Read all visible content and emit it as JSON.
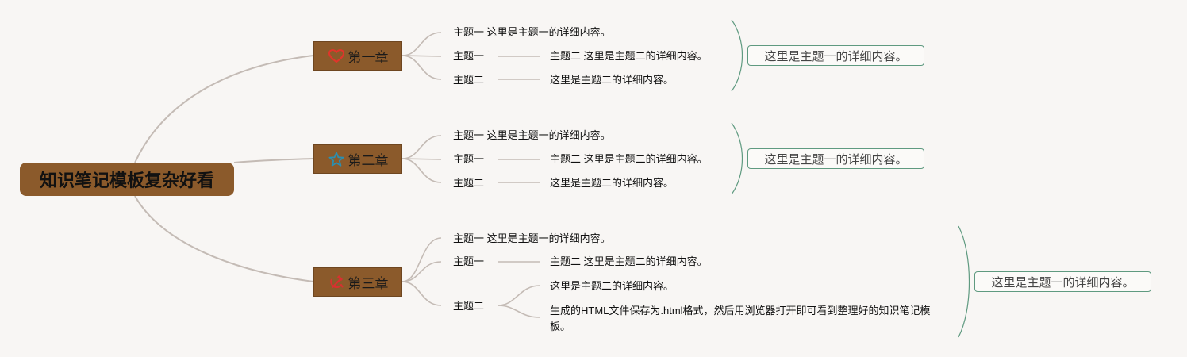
{
  "root": {
    "title": "知识笔记模板复杂好看"
  },
  "chapters": [
    {
      "title": "第一章",
      "icon": "heart-icon",
      "items": [
        "主题一 这里是主题一的详细内容。",
        "主题一",
        "主题二 这里是主题二的详细内容。",
        "主题二",
        "这里是主题二的详细内容。"
      ],
      "summary": "这里是主题一的详细内容。"
    },
    {
      "title": "第二章",
      "icon": "star-icon",
      "items": [
        "主题一 这里是主题一的详细内容。",
        "主题一",
        "主题二 这里是主题二的详细内容。",
        "主题二",
        "这里是主题二的详细内容。"
      ],
      "summary": "这里是主题一的详细内容。"
    },
    {
      "title": "第三章",
      "icon": "hammer-sickle-icon",
      "items": [
        "主题一 这里是主题一的详细内容。",
        "主题一",
        "主题二 这里是主题二的详细内容。",
        "主题二",
        "这里是主题二的详细内容。",
        "生成的HTML文件保存为.html格式，然后用浏览器打开即可看到整理好的知识笔记模板。"
      ],
      "summary": "这里是主题一的详细内容。"
    }
  ],
  "colors": {
    "background": "#f8f6f4",
    "node_fill": "#8b5a2b",
    "connector": "#c4bbb5",
    "summary_border": "#5f9a80",
    "heart": "#e0352b",
    "star": "#2b8fb0",
    "hammer_sickle": "#d93030"
  }
}
